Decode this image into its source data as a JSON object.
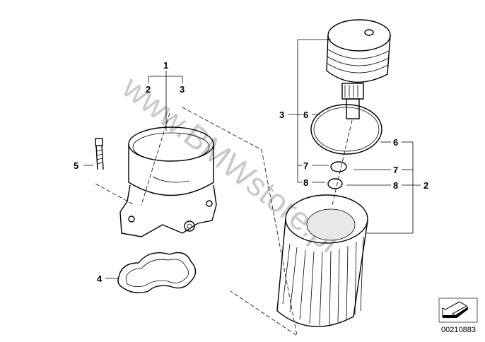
{
  "watermark": "www.BMWstore.pl",
  "callouts": {
    "left_1": "1",
    "left_2": "2",
    "left_3": "3",
    "left_5": "5",
    "left_4": "4",
    "right_3": "3",
    "right_6a": "6",
    "right_7a": "7",
    "right_8a": "8",
    "right_6b": "6",
    "right_7b": "7",
    "right_8b": "8",
    "right_2": "2"
  },
  "diagram_number": "00210883",
  "icons": {
    "nav": "arrow-back-icon"
  }
}
